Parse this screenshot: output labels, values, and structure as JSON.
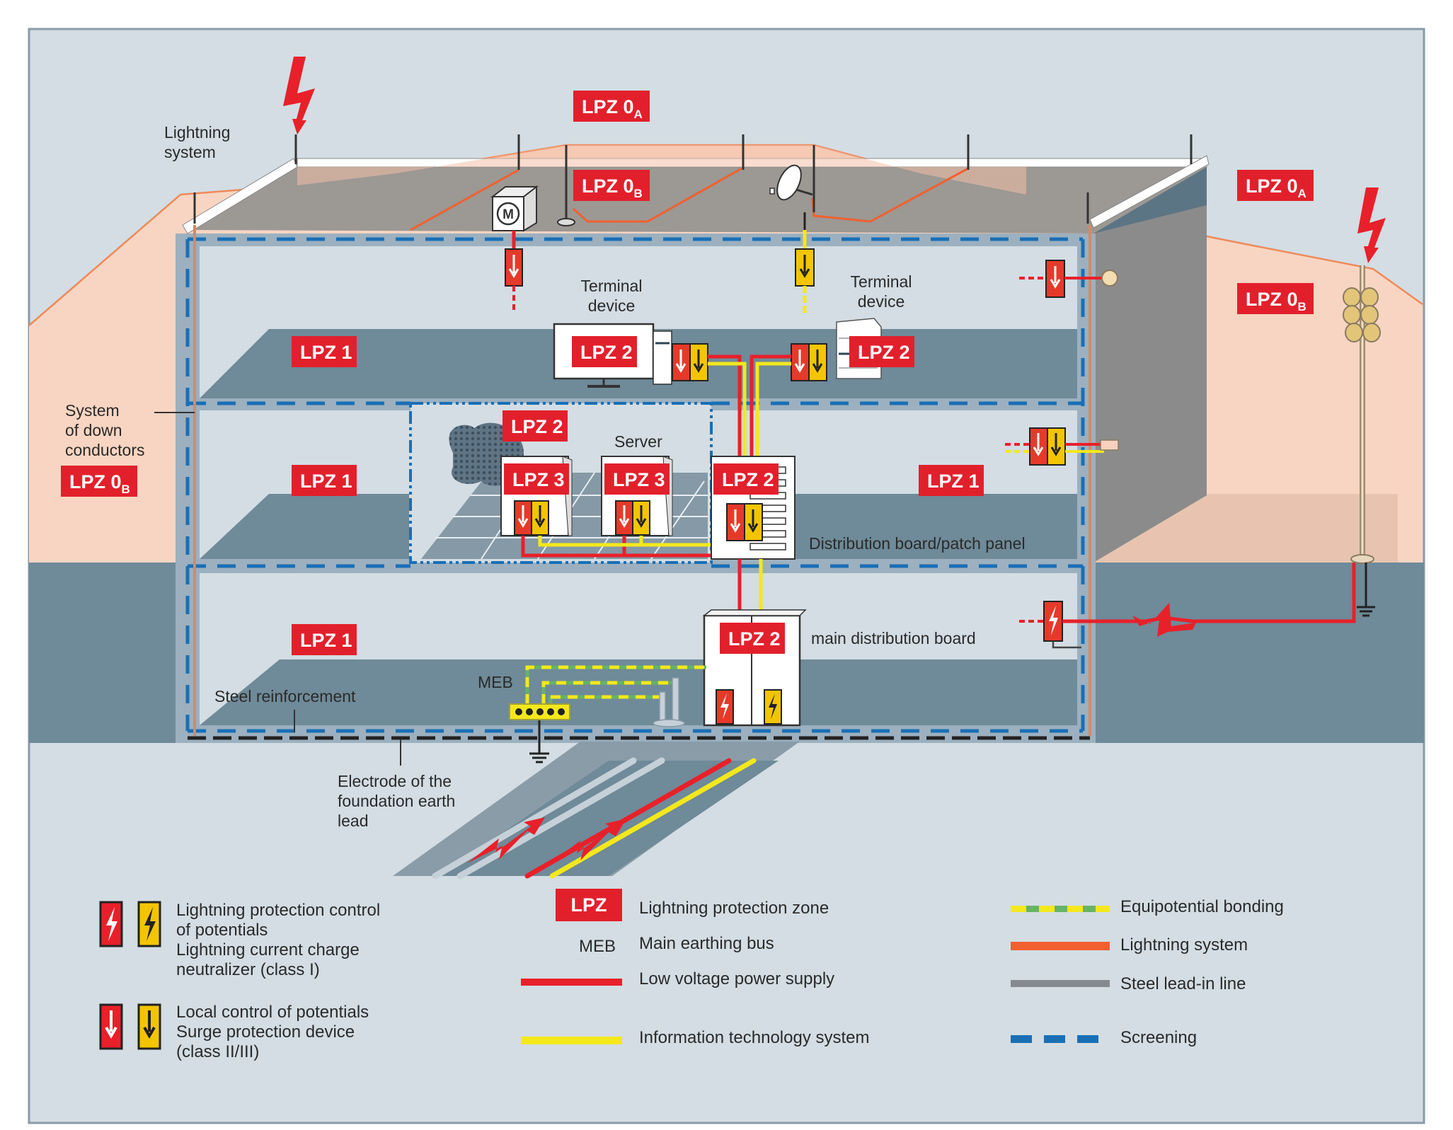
{
  "colors": {
    "background": "#d3dde3",
    "frame": "#8a9ba6",
    "zone_peach": "#f8d5c2",
    "wall_gray": "#9cb0bf",
    "floor_dark": "#6f8a99",
    "roof": "#9c9893",
    "lpz_red": "#e2202c",
    "spd_red": "#e53a2a",
    "spd_yellow": "#f3c500",
    "power_red": "#e8202a",
    "it_yellow": "#f4e81c",
    "lightning_orange": "#f06030",
    "lightning_thin": "#ee8a5a",
    "steel_gray": "#868a90",
    "screening_blue": "#1a6fb5",
    "bonding_green": "#66b36a",
    "earth_black": "#222222"
  },
  "labels": {
    "lightning_system": [
      "Lightning",
      "system"
    ],
    "terminal_device_left": [
      "Terminal",
      "device"
    ],
    "terminal_device_right": [
      "Terminal",
      "device"
    ],
    "system_of_down_conductors": [
      "System",
      "of down",
      "conductors"
    ],
    "server": "Server",
    "distribution_board": "Distribution board/patch panel",
    "main_distribution_board": "main distribution board",
    "meb": "MEB",
    "steel_reinforcement": "Steel reinforcement",
    "electrode": [
      "Electrode of the",
      "foundation earth",
      "lead"
    ],
    "motor_symbol": "M"
  },
  "zones": [
    {
      "id": "lpz-0a-top",
      "main": "LPZ 0",
      "sub": "A"
    },
    {
      "id": "lpz-0b-roof",
      "main": "LPZ 0",
      "sub": "B"
    },
    {
      "id": "lpz-0a-right",
      "main": "LPZ 0",
      "sub": "A"
    },
    {
      "id": "lpz-0b-right",
      "main": "LPZ 0",
      "sub": "B"
    },
    {
      "id": "lpz-0b-left",
      "main": "LPZ 0",
      "sub": "B"
    },
    {
      "id": "lpz-1-floor2",
      "main": "LPZ 1",
      "sub": ""
    },
    {
      "id": "lpz-1-floor1-left",
      "main": "LPZ 1",
      "sub": ""
    },
    {
      "id": "lpz-1-floor1-right",
      "main": "LPZ 1",
      "sub": ""
    },
    {
      "id": "lpz-1-ground",
      "main": "LPZ 1",
      "sub": ""
    },
    {
      "id": "lpz-2-monitor",
      "main": "LPZ 2",
      "sub": ""
    },
    {
      "id": "lpz-2-printer",
      "main": "LPZ 2",
      "sub": ""
    },
    {
      "id": "lpz-2-serverroom",
      "main": "LPZ 2",
      "sub": ""
    },
    {
      "id": "lpz-2-patchpanel",
      "main": "LPZ 2",
      "sub": ""
    },
    {
      "id": "lpz-2-mdb",
      "main": "LPZ 2",
      "sub": ""
    },
    {
      "id": "lpz-3-server1",
      "main": "LPZ 3",
      "sub": ""
    },
    {
      "id": "lpz-3-server2",
      "main": "LPZ 3",
      "sub": ""
    }
  ],
  "legend": {
    "left": [
      {
        "icon": "lightning-arrester-icons",
        "lines": [
          "Lightning protection control",
          "of potentials",
          "Lightning current charge",
          "neutralizer (class I)"
        ]
      },
      {
        "icon": "surge-arrow-icons",
        "lines": [
          "Local control of potentials",
          "Surge protection device",
          "(class II/III)"
        ]
      }
    ],
    "middle": [
      {
        "swatch": "lpz-badge",
        "swatch_text": "LPZ",
        "label": "Lightning protection zone"
      },
      {
        "swatch": "text",
        "swatch_text": "MEB",
        "label": "Main earthing bus"
      },
      {
        "swatch": "red-line",
        "label": "Low voltage power supply"
      },
      {
        "swatch": "yellow-line",
        "label": "Information technology system"
      }
    ],
    "right": [
      {
        "swatch": "bonding-line",
        "label": "Equipotential bonding"
      },
      {
        "swatch": "orange-line",
        "label": "Lightning system"
      },
      {
        "swatch": "gray-line",
        "label": "Steel lead-in line"
      },
      {
        "swatch": "blue-dash",
        "label": "Screening"
      }
    ]
  }
}
